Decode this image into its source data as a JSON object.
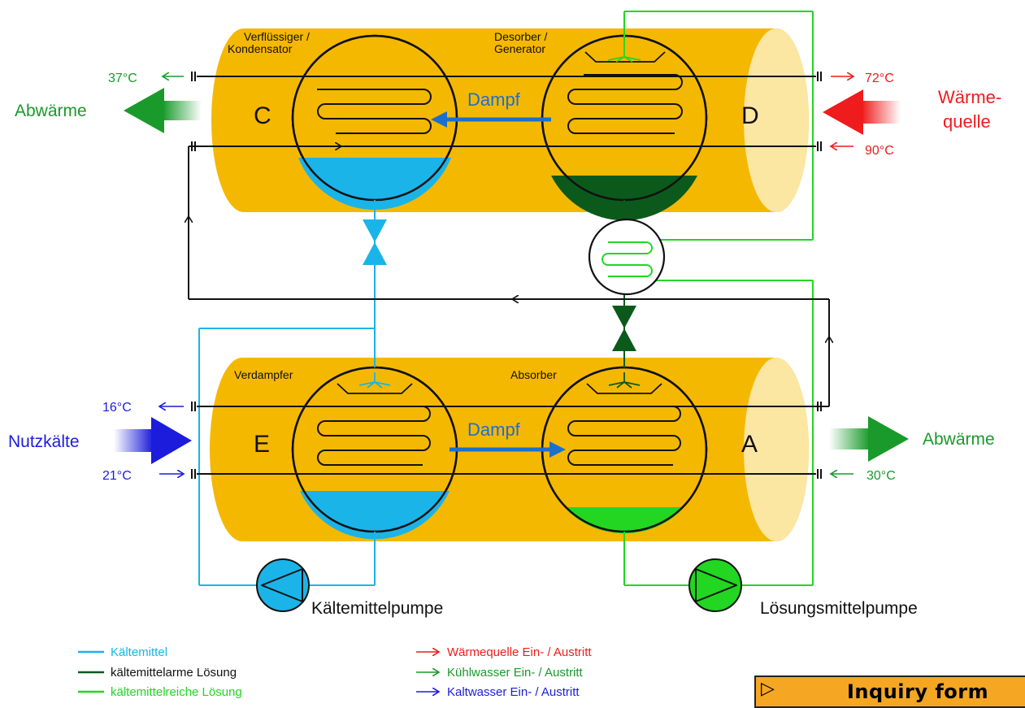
{
  "top_vessel": {
    "left_label": "Verflüssiger /\nKondensator",
    "right_label": "Desorber /\nGenerator",
    "left_letter": "C",
    "right_letter": "D",
    "vapor_label": "Dampf"
  },
  "bottom_vessel": {
    "left_label": "Verdampfer",
    "right_label": "Absorber",
    "left_letter": "E",
    "right_letter": "A",
    "vapor_label": "Dampf"
  },
  "temperatures": {
    "t37": "37°C",
    "t72": "72°C",
    "t90": "90°C",
    "t16": "16°C",
    "t21": "21°C",
    "t30": "30°C"
  },
  "flows": {
    "heat_rejection_top": "Abwärme",
    "heat_source_line1": "Wärme-",
    "heat_source_line2": "quelle",
    "useful_cooling": "Nutzkälte",
    "heat_rejection_bottom": "Abwärme"
  },
  "pumps": {
    "refrigerant_pump": "Kältemittelpumpe",
    "solution_pump": "Lösungsmittelpumpe"
  },
  "legend_left": [
    {
      "label": "Kältemittel",
      "color": "#1ab4e8"
    },
    {
      "label": "kältemittelarme Lösung",
      "color": "#0b5a1c"
    },
    {
      "label": "kältemittelreiche Lösung",
      "color": "#22d622"
    }
  ],
  "legend_right": [
    {
      "label": "Wärmequelle Ein- / Austritt",
      "color": "#ee1c1c"
    },
    {
      "label": "Kühlwasser Ein- / Austritt",
      "color": "#1a9a2a"
    },
    {
      "label": "Kaltwasser Ein- / Austritt",
      "color": "#1c1cdd"
    }
  ],
  "inquiry_button": {
    "label": "Inquiry form",
    "icon": "pointer-icon"
  },
  "colors": {
    "shell": "#f5b800",
    "shell_end": "#fbe6a2",
    "refrigerant": "#1ab4e8",
    "weak_solution": "#0b5a1c",
    "strong_solution": "#22d622",
    "heat_source": "#ee1c1c",
    "cooling_water": "#1a9a2a",
    "chilled_water": "#1c1cdd"
  }
}
